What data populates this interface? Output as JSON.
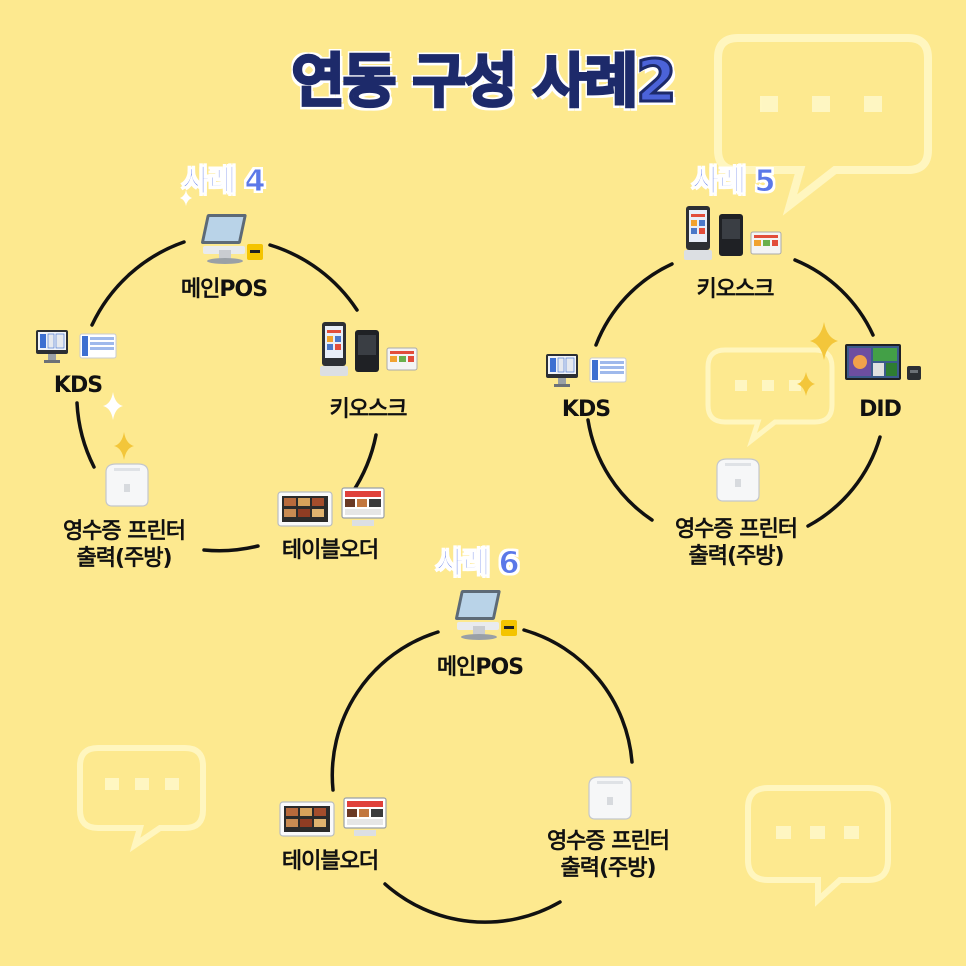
{
  "title": "연동 구성 사례2",
  "colors": {
    "background": "#fde98f",
    "title": "#4b63d9",
    "case_label": "#5b78e8",
    "connector": "#111111"
  },
  "case4": {
    "label": "사례 4",
    "nodes": {
      "main_pos": {
        "label": "메인POS",
        "icon": "pos-terminal-icon"
      },
      "kiosk": {
        "label": "키오스크",
        "icon": "kiosk-icon"
      },
      "table_order": {
        "label": "테이블오더",
        "icon": "tablet-menu-icon"
      },
      "printer": {
        "line1": "영수증 프린터",
        "line2": "출력(주방)",
        "icon": "receipt-printer-icon"
      },
      "kds": {
        "label": "KDS",
        "icon": "kitchen-display-icon"
      }
    }
  },
  "case5": {
    "label": "사례 5",
    "nodes": {
      "kiosk": {
        "label": "키오스크",
        "icon": "kiosk-icon"
      },
      "did": {
        "label": "DID",
        "icon": "digital-display-icon"
      },
      "printer": {
        "line1": "영수증 프린터",
        "line2": "출력(주방)",
        "icon": "receipt-printer-icon"
      },
      "kds": {
        "label": "KDS",
        "icon": "kitchen-display-icon"
      }
    }
  },
  "case6": {
    "label": "사례 6",
    "nodes": {
      "main_pos": {
        "label": "메인POS",
        "icon": "pos-terminal-icon"
      },
      "printer": {
        "line1": "영수증 프린터",
        "line2": "출력(주방)",
        "icon": "receipt-printer-icon"
      },
      "table_order": {
        "label": "테이블오더",
        "icon": "tablet-menu-icon"
      }
    }
  },
  "decorations": [
    "speech-bubble-icon",
    "sparkle-icon"
  ]
}
